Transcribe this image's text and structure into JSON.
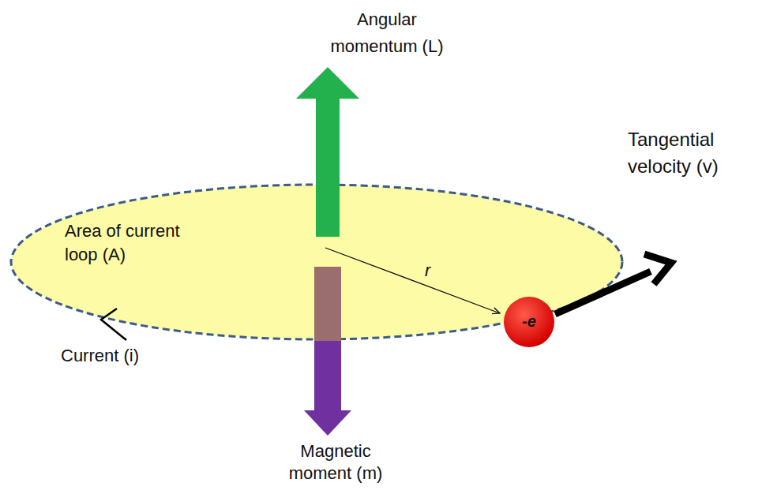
{
  "diagram": {
    "nodes": [
      {
        "text": [
          "Area of current loop (A)"
        ]
      },
      {
        "text": [
          "-e"
        ]
      }
    ],
    "labels": [
      "Angular momentum (L)",
      "Tangential velocity (v)",
      "r",
      "Current (i)",
      "Magnetic moment (m)"
    ]
  }
}
